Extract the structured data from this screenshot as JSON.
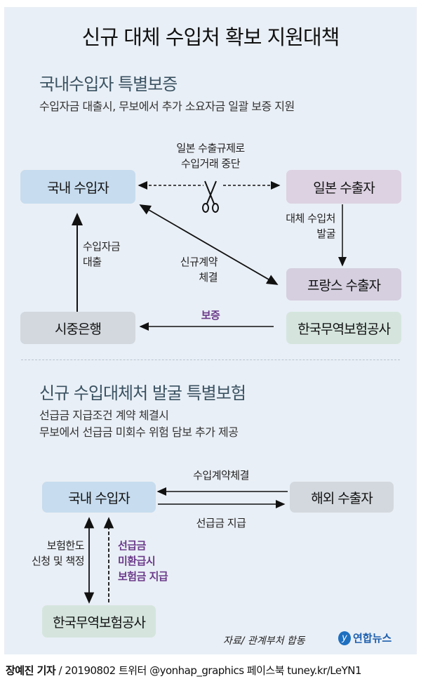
{
  "title": "신규 대체 수입처 확보 지원대책",
  "section1": {
    "heading": "국내수입자 특별보증",
    "description": "수입자금 대출시, 무보에서 추가 소요자금 일괄 보증 지원",
    "nodes": {
      "domestic_importer": "국내 수입자",
      "japan_exporter": "일본 수출자",
      "france_exporter": "프랑스 수출자",
      "bank": "시중은행",
      "ksure": "한국무역보험공사"
    },
    "labels": {
      "cut_line1": "일본 수출규제로",
      "cut_line2": "수입거래 중단",
      "alt_line1": "대체 수입처",
      "alt_line2": "발굴",
      "contract_line1": "신규계약",
      "contract_line2": "체결",
      "loan_line1": "수입자금",
      "loan_line2": "대출",
      "guarantee": "보증"
    }
  },
  "section2": {
    "heading": "신규 수입대체처 발굴 특별보험",
    "description_line1": "선급금 지급조건 계약 체결시",
    "description_line2": "무보에서 선급금 미회수 위험 담보 추가 제공",
    "nodes": {
      "domestic_importer": "국내 수입자",
      "overseas_exporter": "해외 수출자",
      "ksure": "한국무역보험공사"
    },
    "labels": {
      "contract": "수입계약체결",
      "prepay": "선급금 지급",
      "limit_line1": "보험한도",
      "limit_line2": "신청 및 책정",
      "claim_line1": "선급금",
      "claim_line2": "미환급시",
      "claim_line3": "보험금 지급"
    }
  },
  "source": "자료/ 관계부처 합동",
  "logo": "연합뉴스",
  "footer": {
    "reporter": "장예진 기자",
    "rest": " / 20190802 트위터 @yonhap_graphics  페이스북 tuney.kr/LeYN1"
  },
  "colors": {
    "blue_box": "#c7dcee",
    "pink_box": "#ddd2e2",
    "purple_box": "#d5cfdf",
    "gray_box": "#d2d8de",
    "green_box": "#d5e5de",
    "accent_purple": "#6b3a8a"
  }
}
